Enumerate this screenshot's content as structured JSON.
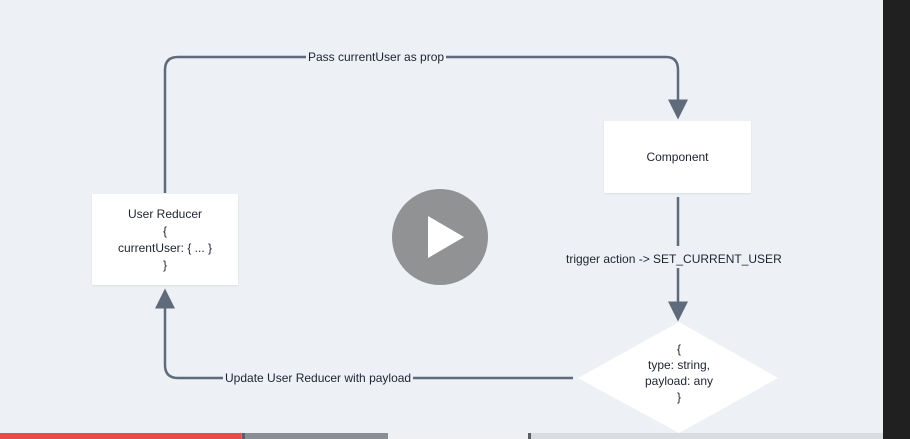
{
  "diagram": {
    "user_reducer": {
      "lines": [
        "User Reducer",
        "{",
        "currentUser: { ... }",
        "}"
      ]
    },
    "component": {
      "label": "Component"
    },
    "edges": {
      "pass_prop": "Pass currentUser as prop",
      "trigger_action": "trigger action -> SET_CURRENT_USER",
      "update_reducer": "Update User Reducer with payload"
    },
    "action_object": {
      "lines": [
        "{",
        "type: string,",
        "payload: any",
        "}"
      ]
    }
  },
  "player": {
    "play_icon": "play-icon",
    "progress_played_fraction": 0.273,
    "progress_buffered_fraction": 0.44,
    "colors": {
      "played": "#ea4a4a",
      "buffered": "#8a8d94",
      "track": "#d9dce1"
    }
  }
}
